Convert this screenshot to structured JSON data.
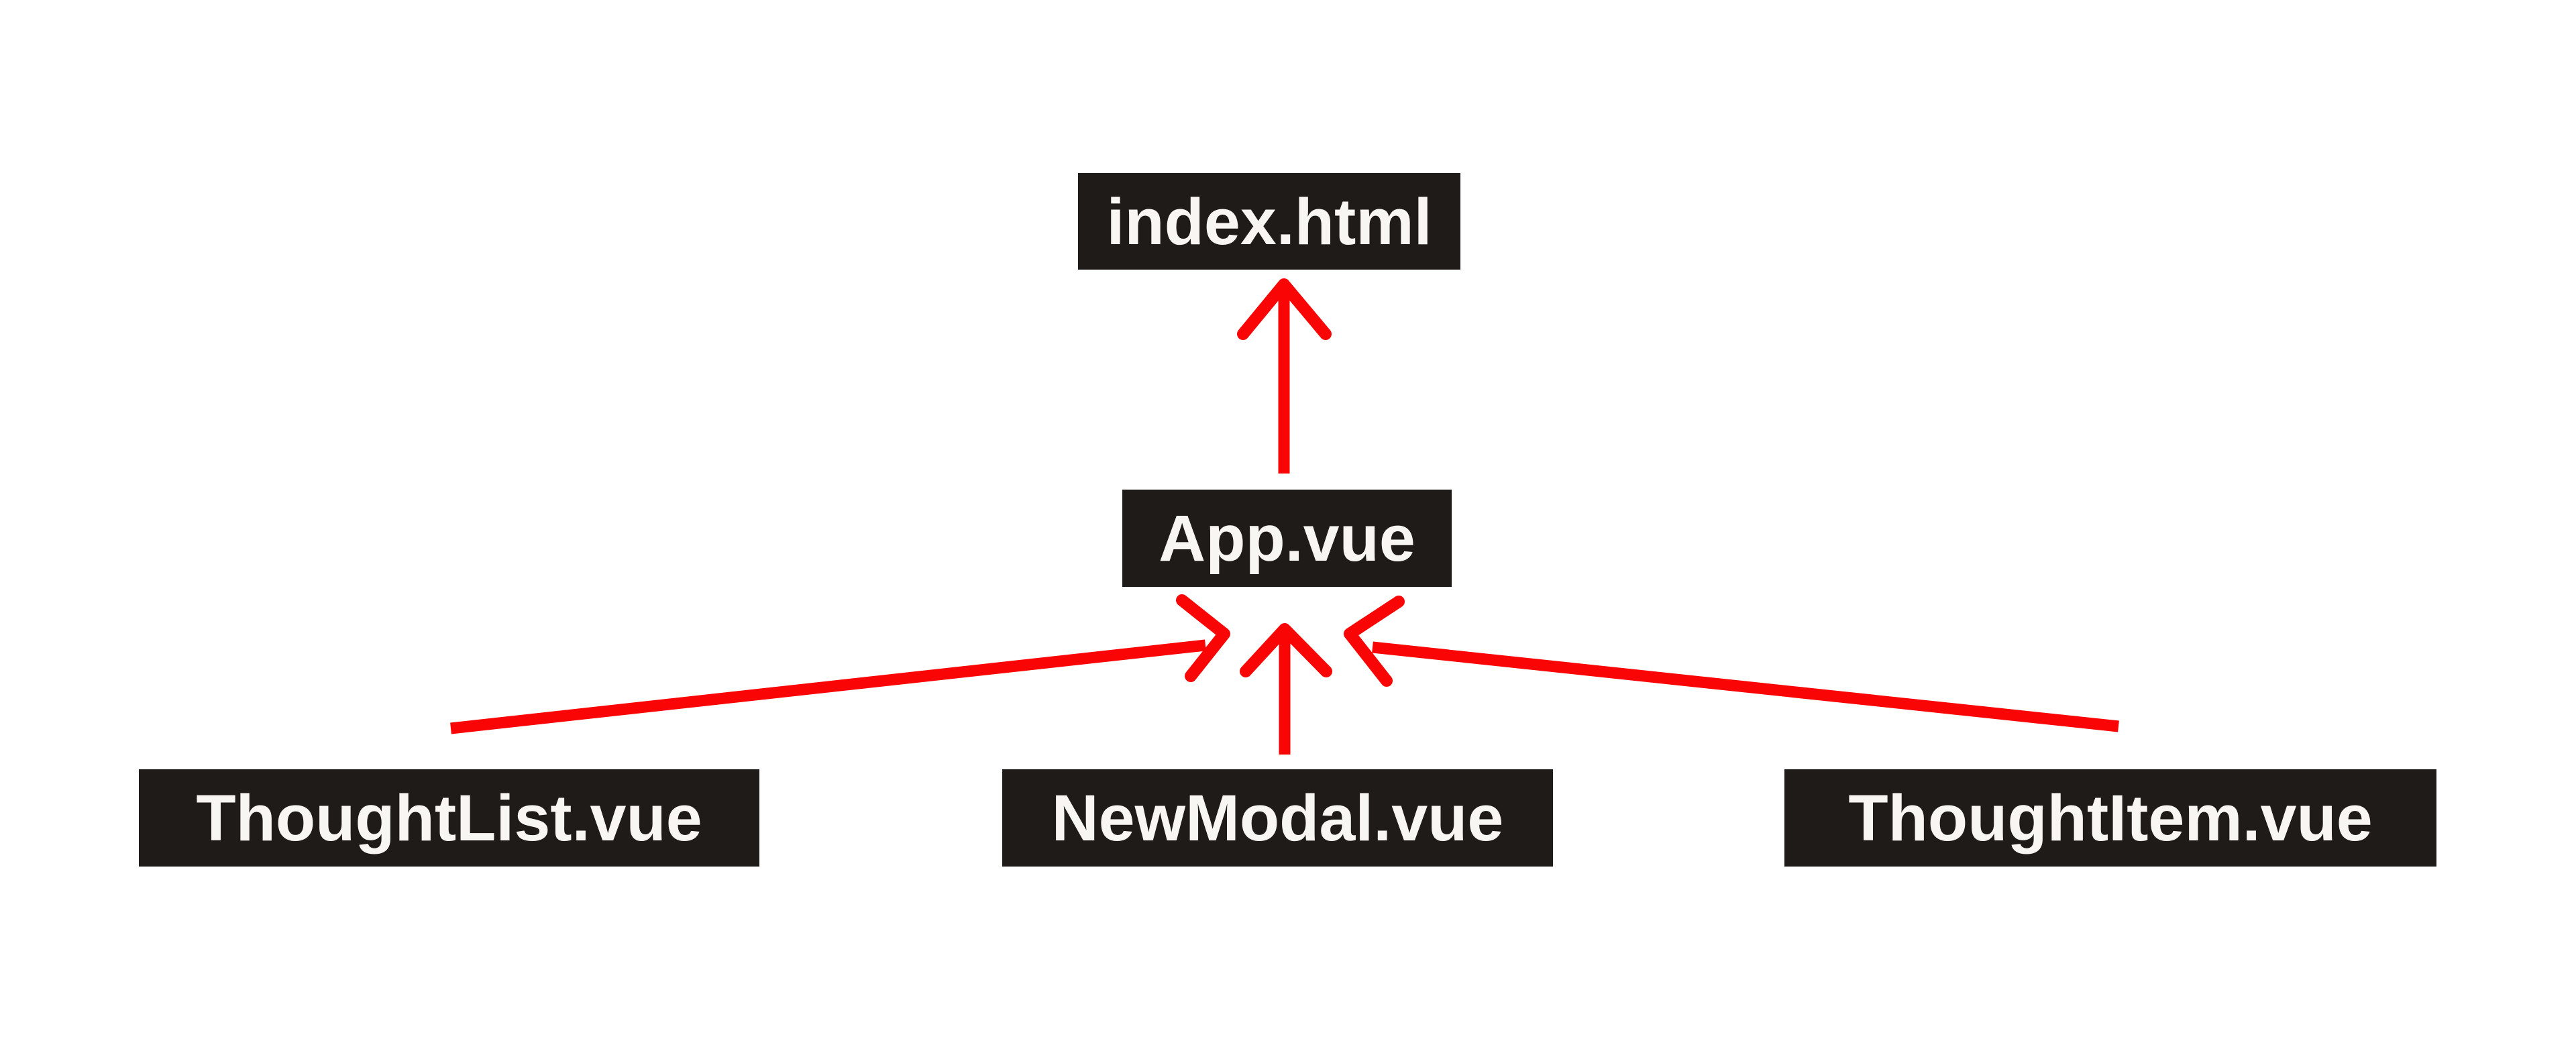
{
  "diagram": {
    "description": "Vue component hierarchy diagram",
    "nodes": [
      {
        "id": "index-html",
        "label": "index.html"
      },
      {
        "id": "app-vue",
        "label": "App.vue"
      },
      {
        "id": "thoughtlist-vue",
        "label": "ThoughtList.vue"
      },
      {
        "id": "newmodal-vue",
        "label": "NewModal.vue"
      },
      {
        "id": "thoughtitem-vue",
        "label": "ThoughtItem.vue"
      }
    ],
    "edges": [
      {
        "from": "App.vue",
        "to": "index.html",
        "style": "red-arrow"
      },
      {
        "from": "ThoughtList.vue",
        "to": "App.vue",
        "style": "red-arrow"
      },
      {
        "from": "NewModal.vue",
        "to": "App.vue",
        "style": "red-arrow"
      },
      {
        "from": "ThoughtItem.vue",
        "to": "App.vue",
        "style": "red-arrow"
      }
    ],
    "colors": {
      "background": "#FFFFFF",
      "node_bg": "#1F1B18",
      "node_text": "#F8F6F3",
      "arrow": "#FA0505"
    }
  }
}
